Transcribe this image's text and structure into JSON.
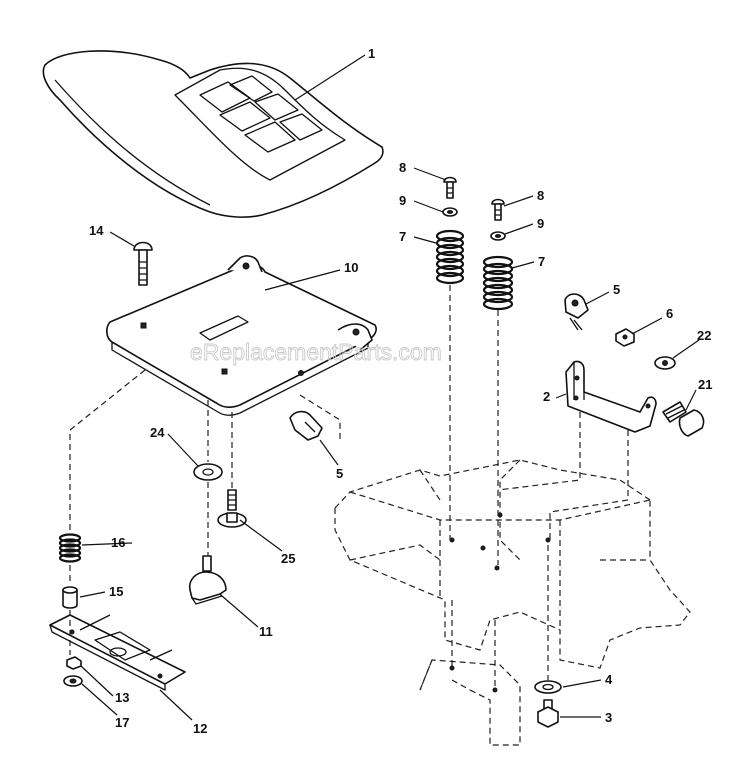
{
  "watermark": "eReplacementParts.com",
  "callouts": {
    "c1": "1",
    "c2": "2",
    "c3": "3",
    "c4": "4",
    "c5a": "5",
    "c5b": "5",
    "c6": "6",
    "c7a": "7",
    "c7b": "7",
    "c8a": "8",
    "c8b": "8",
    "c9a": "9",
    "c9b": "9",
    "c10": "10",
    "c11": "11",
    "c12": "12",
    "c13": "13",
    "c14": "14",
    "c15": "15",
    "c16": "16",
    "c17": "17",
    "c21": "21",
    "c22": "22",
    "c24": "24",
    "c25": "25"
  },
  "colors": {
    "line": "#111111",
    "background": "#ffffff",
    "watermark": "#c9c9c9"
  }
}
